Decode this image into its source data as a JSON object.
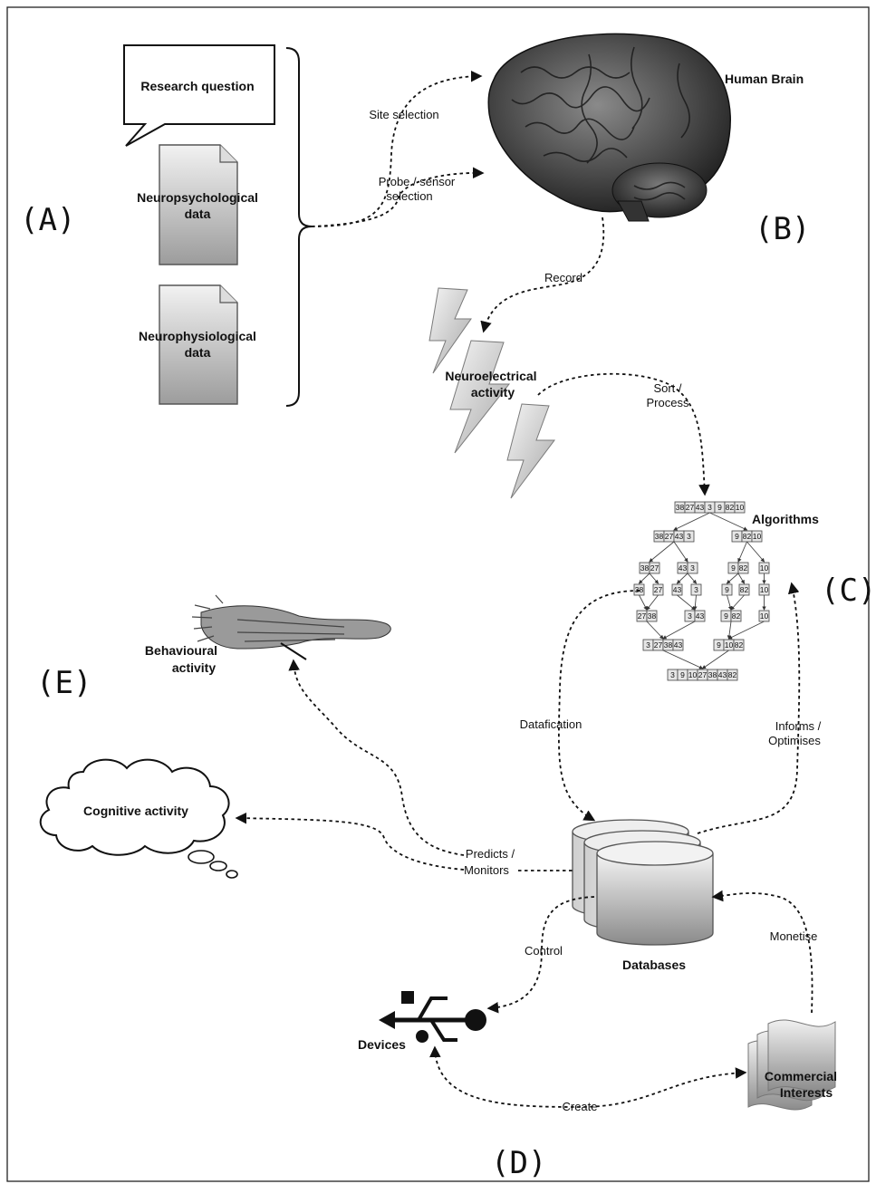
{
  "panels": {
    "a": "(A)",
    "b": "(B)",
    "c": "(C)",
    "d": "(D)",
    "e": "(E)"
  },
  "nodes": {
    "research_question": "Research question",
    "neuropsychological_data": "Neuropsychological data",
    "neurophysiological_data": "Neurophysiological data",
    "human_brain": "Human Brain",
    "neuroelectrical_activity": "Neuroelectrical activity",
    "algorithms": "Algorithms",
    "behavioural_activity": "Behavioural activity",
    "cognitive_activity": "Cognitive activity",
    "databases": "Databases",
    "devices": "Devices",
    "commercial_interests": "Commercial Interests"
  },
  "edges": {
    "site_selection": "Site selection",
    "probe_sensor_selection": "Probe / sensor selection",
    "record": "Record",
    "sort_process": "Sort / Process",
    "datafication": "Datafication",
    "informs_optimises": "Informs / Optimises",
    "predicts_monitors": "Predicts / Monitors",
    "control": "Control",
    "monetise": "Monetise",
    "create": "Create"
  },
  "merge_sort": {
    "level0": [
      [
        "38",
        "27",
        "43",
        "3",
        "9",
        "82",
        "10"
      ]
    ],
    "level1": [
      [
        "38",
        "27",
        "43",
        "3"
      ],
      [
        "9",
        "82",
        "10"
      ]
    ],
    "level2": [
      [
        "38",
        "27"
      ],
      [
        "43",
        "3"
      ],
      [
        "9",
        "82"
      ],
      [
        "10"
      ]
    ],
    "level3": [
      [
        "38"
      ],
      [
        "27"
      ],
      [
        "43"
      ],
      [
        "3"
      ],
      [
        "9"
      ],
      [
        "82"
      ],
      [
        "10"
      ]
    ],
    "level4": [
      [
        "27",
        "38"
      ],
      [
        "3",
        "43"
      ],
      [
        "9",
        "82"
      ],
      [
        "10"
      ]
    ],
    "level5": [
      [
        "3",
        "27",
        "38",
        "43"
      ],
      [
        "9",
        "10",
        "82"
      ]
    ],
    "level6": [
      [
        "3",
        "9",
        "10",
        "27",
        "38",
        "43",
        "82"
      ]
    ]
  }
}
